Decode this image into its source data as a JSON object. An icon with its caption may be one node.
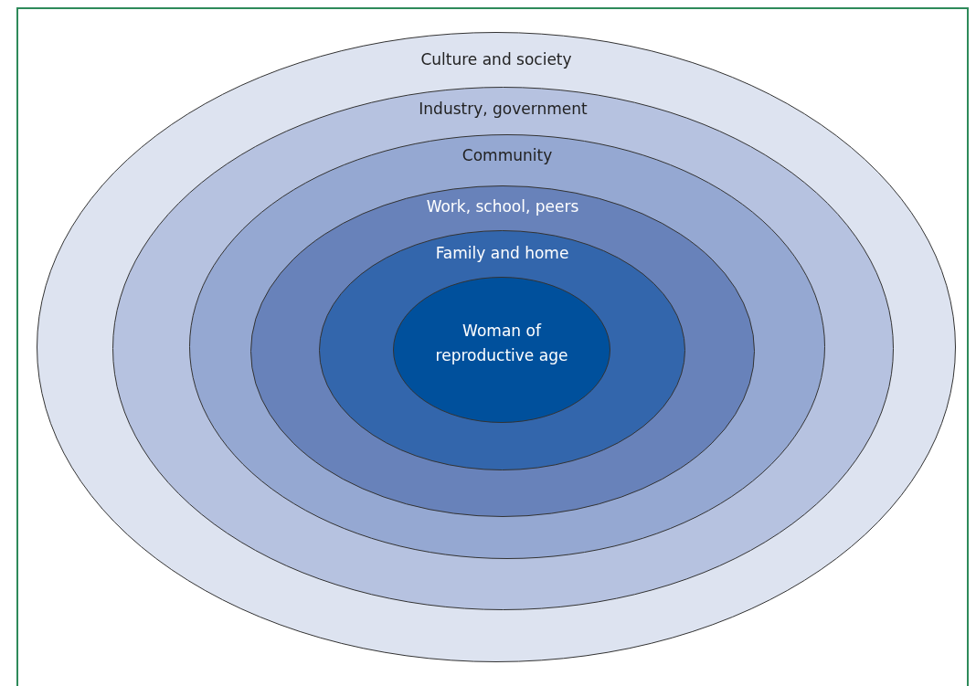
{
  "diagram": {
    "nodes": [
      {
        "text": [
          "Culture and society"
        ]
      },
      {
        "text": [
          "Industry, government"
        ],
        "in": 0
      },
      {
        "text": [
          "Community"
        ],
        "in": 1
      },
      {
        "text": [
          "Work, school, peers"
        ],
        "in": 2
      },
      {
        "text": [
          "Family and home"
        ],
        "in": 3
      },
      {
        "text": [
          "Woman of reproductive age"
        ],
        "in": 4
      }
    ]
  }
}
